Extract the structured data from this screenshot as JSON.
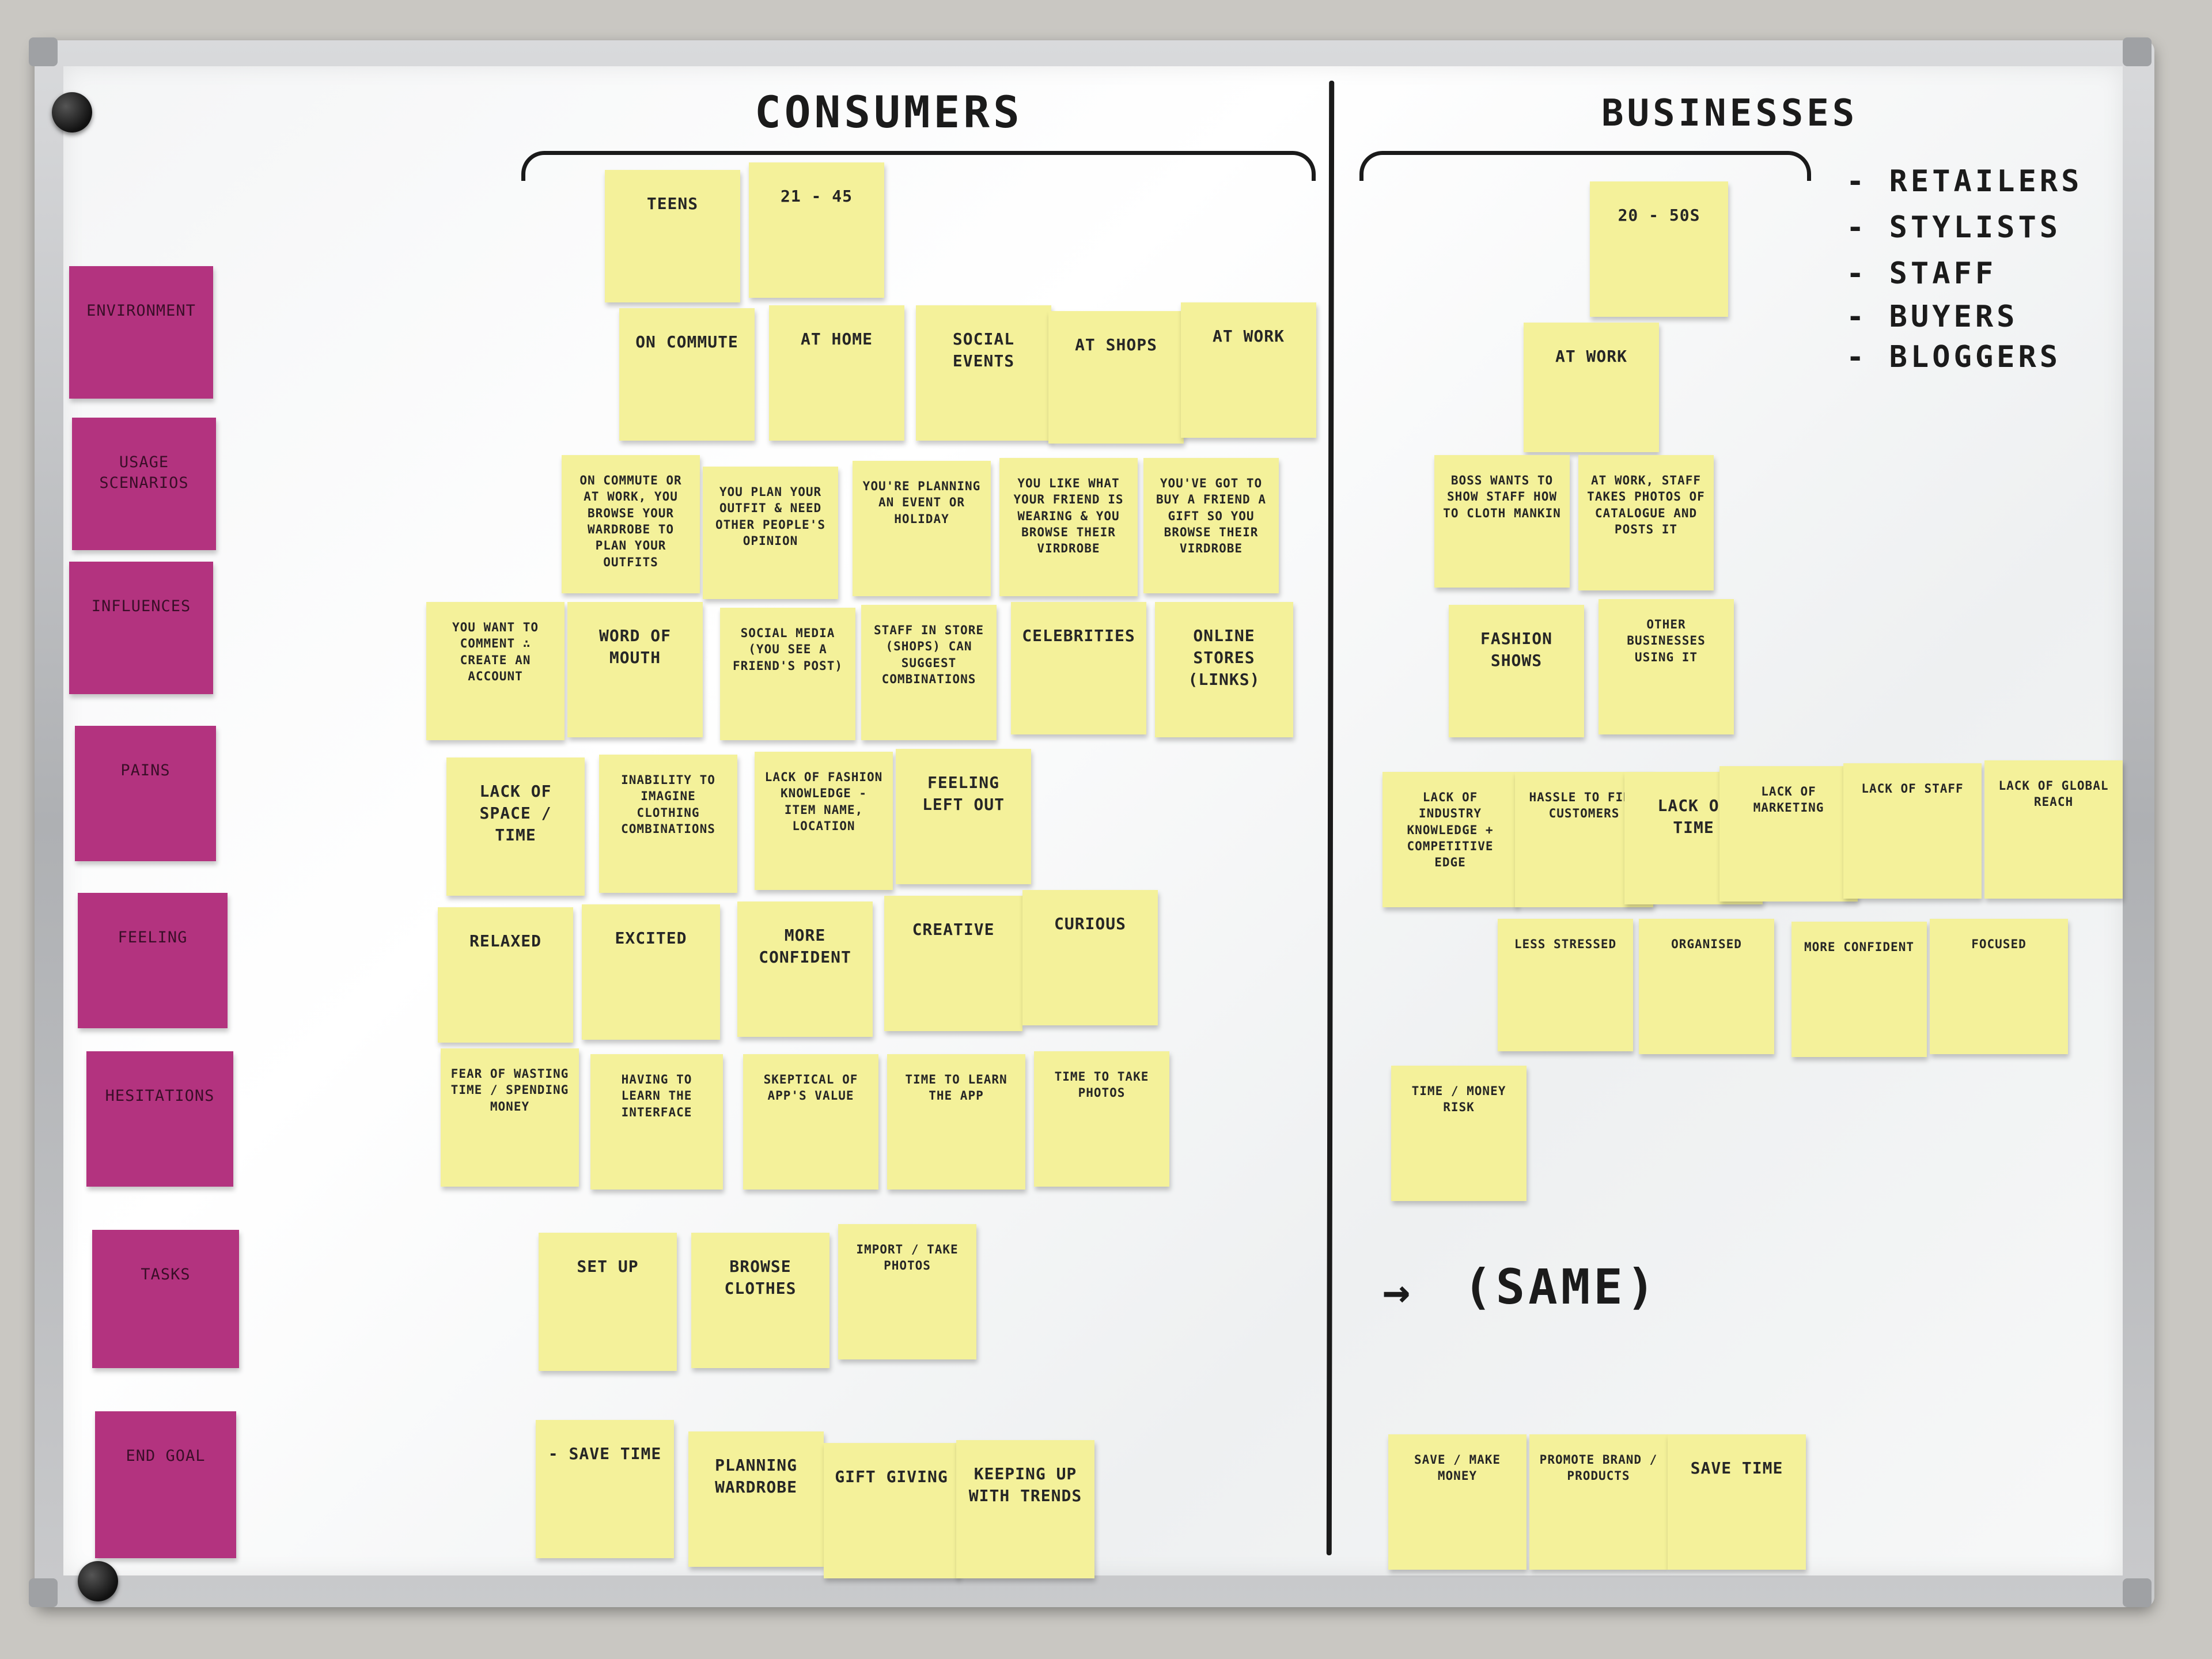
{
  "headings": {
    "consumers": "CONSUMERS",
    "businesses": "BUSINESSES",
    "business_list": [
      "- RETAILERS",
      "- STYLISTS",
      "- STAFF",
      "- BUYERS",
      "- BLOGGERS"
    ],
    "same_arrow": "→",
    "same_text": "(SAME)"
  },
  "rows": [
    "ENVIRONMENT",
    "USAGE SCENARIOS",
    "INFLUENCES",
    "PAINS",
    "FEELING",
    "HESITATIONS",
    "TASKS",
    "END GOAL"
  ],
  "consumer_notes": {
    "age": [
      "TEENS",
      "21 - 45"
    ],
    "environment": [
      "ON COMMUTE",
      "AT HOME",
      "SOCIAL EVENTS",
      "AT SHOPS",
      "AT WORK"
    ],
    "usage": [
      "ON COMMUTE OR AT WORK, YOU BROWSE YOUR WARDROBE TO PLAN YOUR OUTFITS",
      "YOU PLAN YOUR OUTFIT & NEED OTHER PEOPLE'S OPINION",
      "YOU'RE PLANNING AN EVENT OR HOLIDAY",
      "YOU LIKE WHAT YOUR FRIEND IS WEARING & YOU BROWSE THEIR VIRDROBE",
      "YOU'VE GOT TO BUY A FRIEND A GIFT SO YOU BROWSE THEIR VIRDROBE"
    ],
    "influences": [
      "YOU WANT TO COMMENT ∴ CREATE AN ACCOUNT",
      "WORD OF MOUTH",
      "SOCIAL MEDIA (YOU SEE A FRIEND'S POST)",
      "STAFF IN STORE (SHOPS) CAN SUGGEST COMBINATIONS",
      "CELEBRITIES",
      "ONLINE STORES (LINKS)"
    ],
    "pains": [
      "LACK OF SPACE / TIME",
      "INABILITY TO IMAGINE CLOTHING COMBINATIONS",
      "LACK OF FASHION KNOWLEDGE - ITEM NAME, LOCATION",
      "FEELING LEFT OUT"
    ],
    "feeling": [
      "RELAXED",
      "EXCITED",
      "MORE CONFIDENT",
      "CREATIVE",
      "CURIOUS"
    ],
    "hesitations": [
      "FEAR OF WASTING TIME / SPENDING MONEY",
      "HAVING TO LEARN THE INTERFACE",
      "SKEPTICAL OF APP'S VALUE",
      "TIME TO LEARN THE APP",
      "TIME TO TAKE PHOTOS"
    ],
    "tasks": [
      "SET UP",
      "BROWSE CLOTHES",
      "IMPORT / TAKE PHOTOS"
    ],
    "end_goal": [
      "- SAVE TIME",
      "PLANNING WARDROBE",
      "GIFT GIVING",
      "KEEPING UP WITH TRENDS"
    ]
  },
  "business_notes": {
    "age": [
      "20 - 50s"
    ],
    "environment": [
      "AT WORK"
    ],
    "usage": [
      "BOSS WANTS TO SHOW STAFF HOW TO CLOTH MANKIN",
      "AT WORK, STAFF TAKES PHOTOS OF CATALOGUE AND POSTS IT"
    ],
    "influences": [
      "FASHION SHOWS",
      "OTHER BUSINESSES USING IT"
    ],
    "pains": [
      "LACK OF INDUSTRY KNOWLEDGE + COMPETITIVE EDGE",
      "HASSLE TO FIND CUSTOMERS",
      "LACK OF TIME",
      "LACK OF MARKETING",
      "LACK OF STAFF",
      "LACK OF GLOBAL REACH"
    ],
    "feeling": [
      "LESS STRESSED",
      "ORGANISED",
      "MORE CONFIDENT",
      "FOCUSED"
    ],
    "hesitations": [
      "TIME / MONEY RISK"
    ],
    "end_goal": [
      "SAVE / MAKE MONEY",
      "PROMOTE BRAND / PRODUCTS",
      "SAVE TIME"
    ]
  }
}
